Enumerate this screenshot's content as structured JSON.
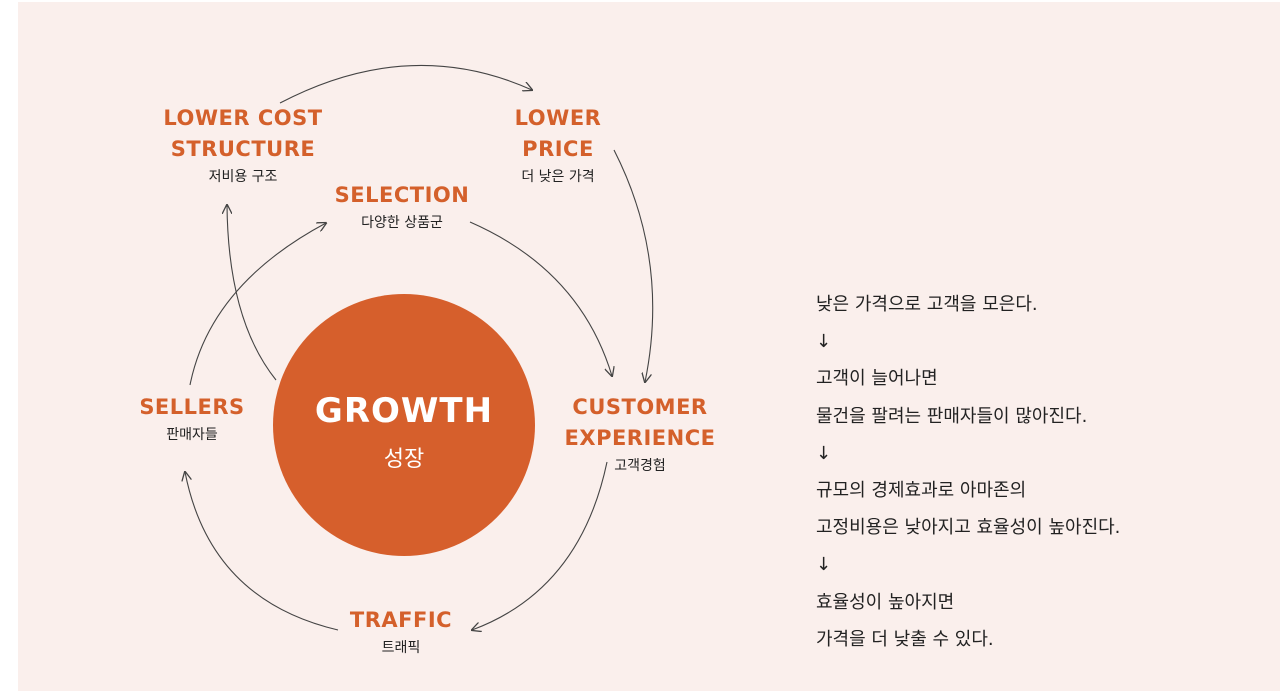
{
  "diagram": {
    "nodes": {
      "lower_cost": {
        "en": [
          "LOWER COST",
          "STRUCTURE"
        ],
        "ko": "저비용 구조"
      },
      "lower_price": {
        "en": [
          "LOWER",
          "PRICE"
        ],
        "ko": "더 낮은 가격"
      },
      "selection": {
        "en": [
          "SELECTION"
        ],
        "ko": "다양한 상품군"
      },
      "sellers": {
        "en": [
          "SELLERS"
        ],
        "ko": "판매자들"
      },
      "customer": {
        "en": [
          "CUSTOMER",
          "EXPERIENCE"
        ],
        "ko": "고객경험"
      },
      "traffic": {
        "en": [
          "TRAFFIC"
        ],
        "ko": "트래픽"
      }
    },
    "growth": {
      "en": "GROWTH",
      "ko": "성장"
    }
  },
  "colors": {
    "accent": "#d4602b",
    "circle": "#d65f2c",
    "background": "#faefec",
    "arrow": "#444444"
  },
  "explanation": {
    "lines": [
      "낮은 가격으로 고객을 모은다.",
      "↓",
      "고객이 늘어나면",
      "물건을 팔려는 판매자들이 많아진다.",
      "↓",
      "규모의 경제효과로 아마존의",
      "고정비용은 낮아지고 효율성이 높아진다.",
      "↓",
      "효율성이 높아지면",
      "가격을 더 낮출 수 있다."
    ]
  }
}
